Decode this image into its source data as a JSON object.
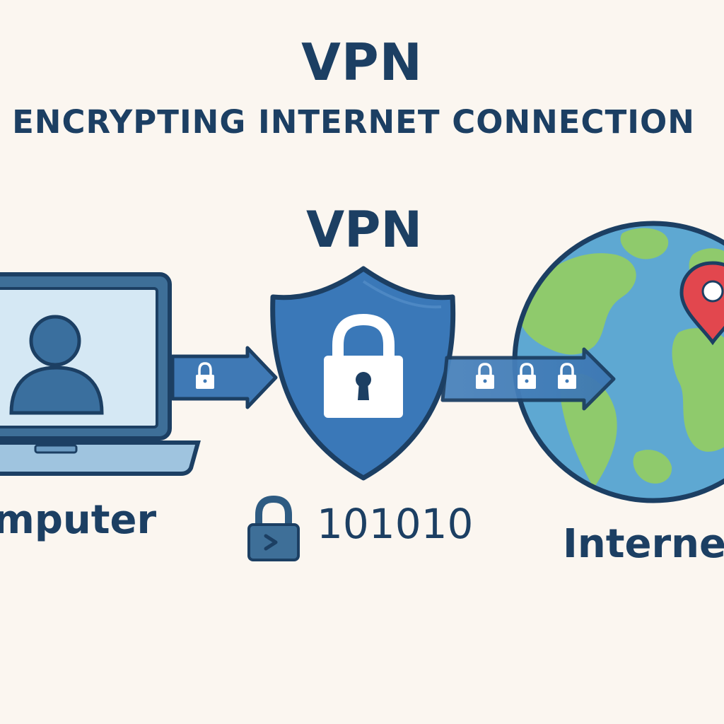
{
  "header": {
    "title": "VPN",
    "subtitle": "ENCRYPTING INTERNET CONNECTION"
  },
  "nodes": {
    "computer": {
      "label": "omputer",
      "icon": "laptop-user-icon"
    },
    "vpn": {
      "label": "VPN",
      "icon": "shield-padlock-icon"
    },
    "internet": {
      "label": "Internet",
      "icon": "globe-location-pin-icon"
    }
  },
  "encryption": {
    "icon": "terminal-padlock-icon",
    "text": "101010"
  },
  "colors": {
    "background": "#fbf6f0",
    "navy": "#1c3f63",
    "shield_blue": "#3a78b8",
    "screen_blue": "#d5e8f4",
    "ocean_blue": "#5ea8d2",
    "land_green": "#8fca6c",
    "pin_red": "#e2474e"
  }
}
